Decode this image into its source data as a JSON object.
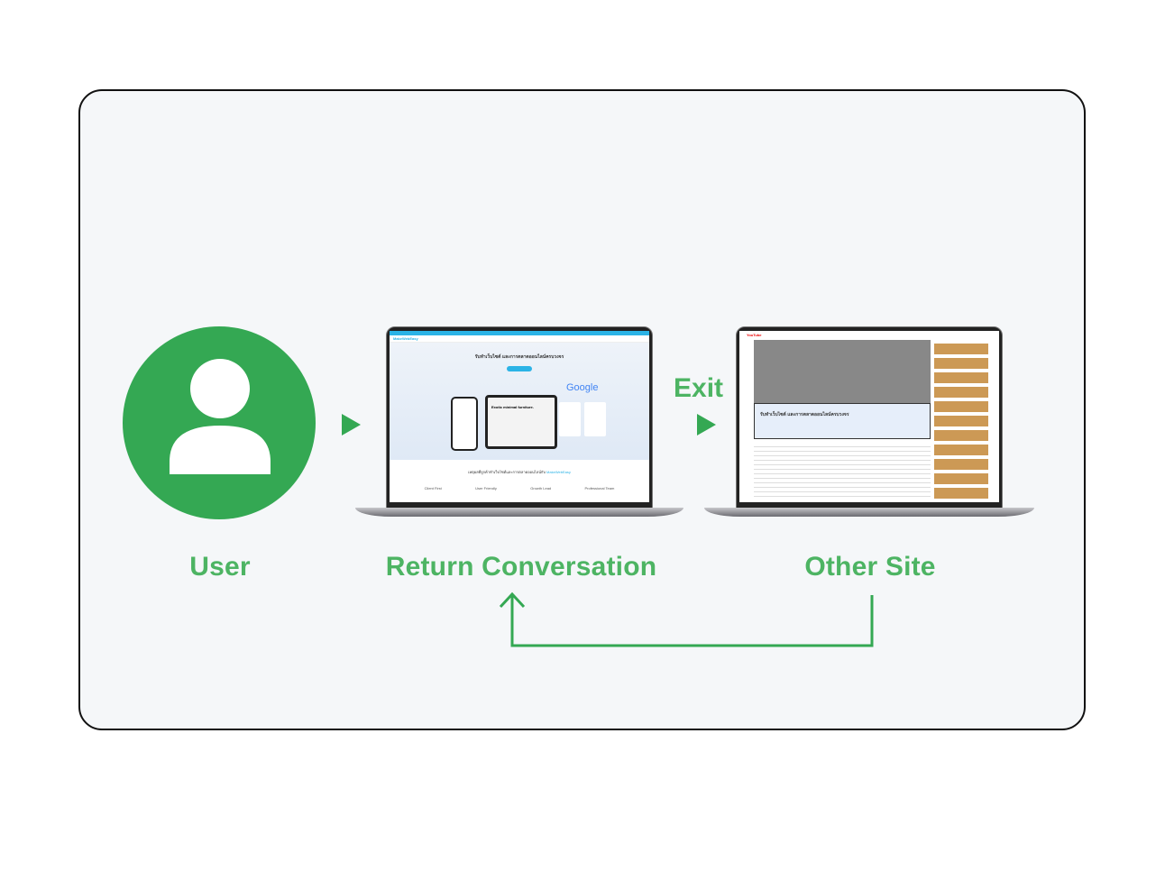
{
  "labels": {
    "user": "User",
    "return": "Return Conversation",
    "other": "Other Site",
    "exit": "Exit"
  },
  "colors": {
    "green": "#34a853",
    "label_green": "#4db463",
    "card_bg": "#f5f7f9"
  },
  "site1": {
    "brand": "MakeWebEasy",
    "headline": "รับทำเว็บไซต์ และการตลาดออนไลน์ครบวงจร",
    "google": "Google",
    "product": "Exotic minimal furniture.",
    "section": "เหตุผลที่ลูกค้าทำเว็บไซต์และการตลาดออนไลน์กับ",
    "features": [
      "Client First",
      "User Friendly",
      "Growth Lead",
      "Professional Team"
    ]
  },
  "site2": {
    "brand": "YouTube",
    "ad_headline": "รับทำเว็บไซต์ และการตลาดออนไลน์ครบวงจร"
  }
}
